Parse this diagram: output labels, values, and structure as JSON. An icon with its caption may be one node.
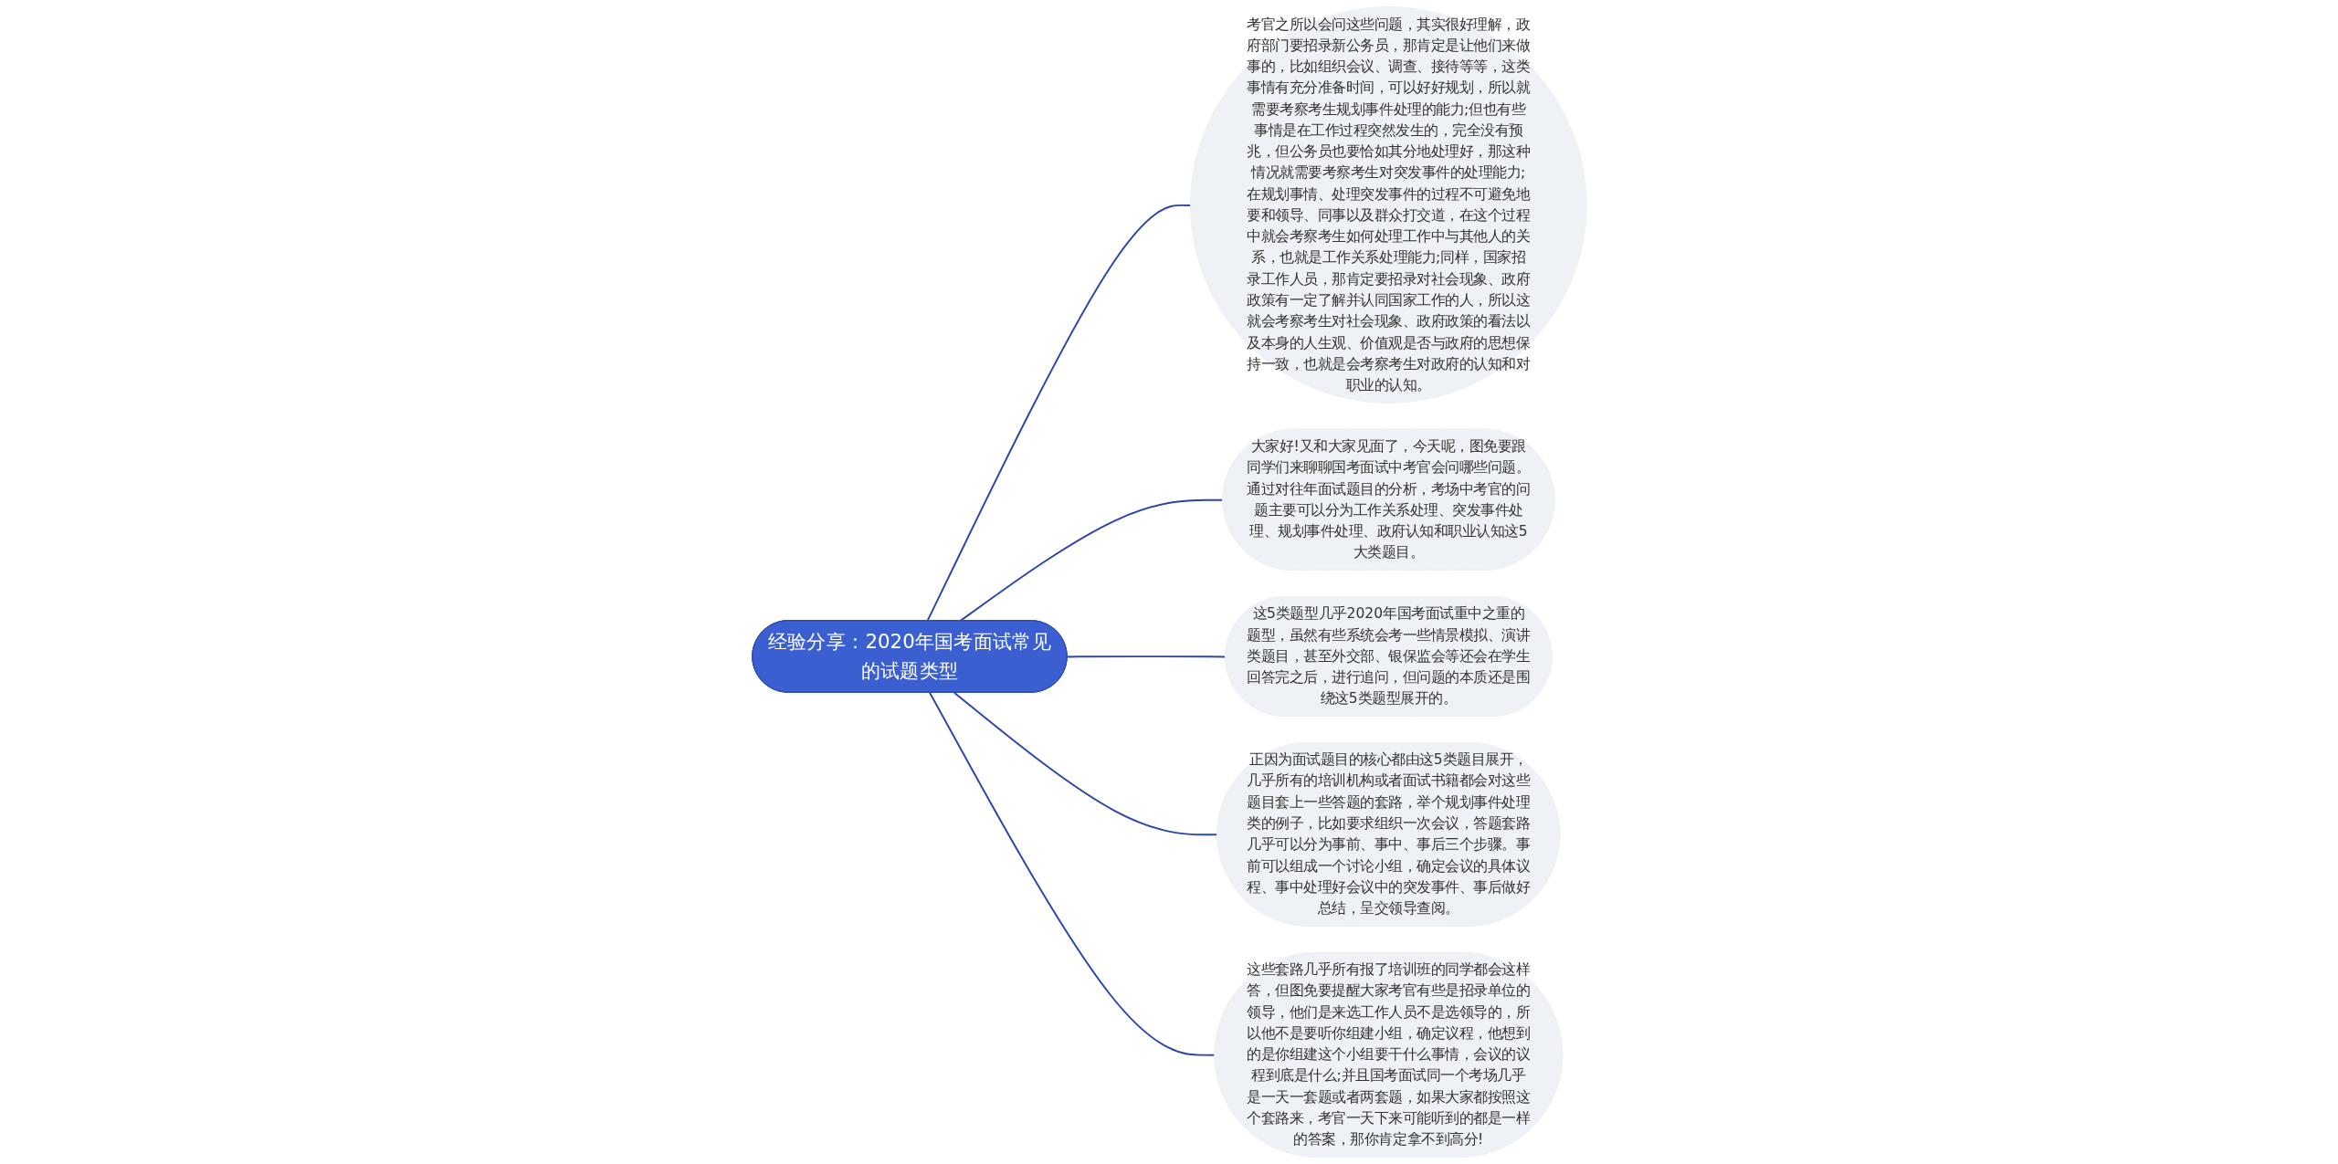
{
  "diagram": {
    "nodes": [
      {
        "text": [
          "经验分享：2020年国考面试常见的试题类型"
        ]
      },
      {
        "text": [
          "考官之所以会问这些问题，其实很好理解，政府部门要招录新公务员，那肯定是让他们来做事的，比如组织会议、调查、接待等等，这类事情有充分准备时间，可以好好规划，所以就需要考察考生规划事件处理的能力;但也有些事情是在工作过程突然发生的，完全没有预兆，但公务员也要恰如其分地处理好，那这种情况就需要考察考生对突发事件的处理能力;在规划事情、处理突发事件的过程不可避免地要和领导、同事以及群众打交道，在这个过程中就会考察考生如何处理工作中与其他人的关系，也就是工作关系处理能力;同样，国家招录工作人员，那肯定要招录对社会现象、政府政策有一定了解并认同国家工作的人，所以这就会考察考生对社会现象、政府政策的看法以及本身的人生观、价值观是否与政府的思想保持一致，也就是会考察考生对政府的认知和对职业的认知。"
        ]
      },
      {
        "text": [
          "大家好!又和大家见面了，今天呢，图免要跟同学们来聊聊国考面试中考官会问哪些问题。通过对往年面试题目的分析，考场中考官的问题主要可以分为工作关系处理、突发事件处理、规划事件处理、政府认知和职业认知这5大类题目。"
        ]
      },
      {
        "text": [
          "这5类题型几乎2020年国考面试重中之重的题型，虽然有些系统会考一些情景模拟、演讲类题目，甚至外交部、银保监会等还会在学生回答完之后，进行追问，但问题的本质还是围绕这5类题型展开的。"
        ]
      },
      {
        "text": [
          "正因为面试题目的核心都由这5类题目展开，几乎所有的培训机构或者面试书籍都会对这些题目套上一些答题的套路，举个规划事件处理类的例子，比如要求组织一次会议，答题套路几乎可以分为事前、事中、事后三个步骤。事前可以组成一个讨论小组，确定会议的具体议程、事中处理好会议中的突发事件、事后做好总结，呈交领导查阅。"
        ]
      },
      {
        "text": [
          "这些套路几乎所有报了培训班的同学都会这样答，但图免要提醒大家考官有些是招录单位的领导，他们是来选工作人员不是选领导的，所以他不是要听你组建小组，确定议程，他想到的是你组建这个小组要干什么事情，会议的议程到底是什么;并且国考面试同一个考场几乎是一天一套题或者两套题，如果大家都按照这个套路来，考官一天下来可能听到的都是一样的答案，那你肯定拿不到高分!"
        ]
      }
    ],
    "edges": [
      {
        "from": 0,
        "to": 1,
        "arrow": "none"
      },
      {
        "from": 0,
        "to": 2,
        "arrow": "none"
      },
      {
        "from": 0,
        "to": 3,
        "arrow": "none"
      },
      {
        "from": 0,
        "to": 4,
        "arrow": "none"
      },
      {
        "from": 0,
        "to": 5,
        "arrow": "none"
      }
    ]
  }
}
